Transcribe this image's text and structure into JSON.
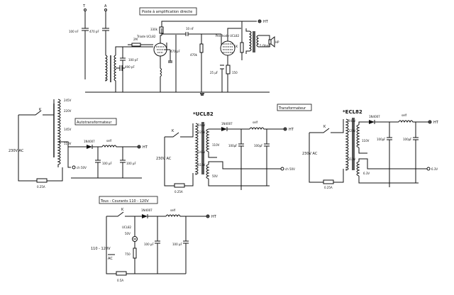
{
  "titles": {
    "direct": "Poste à amplification directe",
    "auto": "Autotransformateur",
    "transfo": "Transformateur",
    "tous": "Tous - Courants 110 - 120V"
  },
  "top": {
    "T": "T",
    "A": "A",
    "c100nf": "100 nF",
    "c470pf": "470 pF",
    "c100pf": "100 pF",
    "c490pf": "490 pF",
    "r2m": "2M",
    "r330k": "330k",
    "triode": "Triode UCL82",
    "c470pf2": "470 pF",
    "c10nf": "10 nF",
    "r470k": "470k",
    "penthode": "Penthode UCL82",
    "r5k": "5K",
    "ohms": "5 Ohms",
    "hp": "HP",
    "c25uf": "25 µF",
    "r150": "150",
    "ht": "HT"
  },
  "auto": {
    "k": "K",
    "v245": "245V",
    "v220": "220V",
    "v145": "145V",
    "v110": "110V",
    "mains": "230V AC",
    "fuse": "0.25A",
    "diode": "1N4007",
    "self": "self",
    "ch": "ch 50V",
    "c1": "100 µF",
    "c2": "100 µF",
    "ht": "HT"
  },
  "transfo": {
    "tube": "*UCL82",
    "k": "K",
    "v245": "245V",
    "v220": "220V",
    "v145": "145V",
    "v110a": "110V",
    "v110b": "110V",
    "v50": "50V",
    "mains": "230V AC",
    "fuse": "0.25A",
    "diode": "1N4007",
    "self": "self",
    "c1": "100µF",
    "c2": "100µF",
    "ht": "HT",
    "ch": "ch 50V"
  },
  "ecl": {
    "tube": "*ECL82",
    "k": "K",
    "v245": "245V",
    "v220": "220V",
    "v110a": "110V",
    "v110b": "110V",
    "v63": "6.3V",
    "mains": "230V AC",
    "fuse": "0.25A",
    "diode": "1N4007",
    "self": "self",
    "c1": "100µF",
    "c2": "100µF",
    "ht": "HT",
    "out63": "6.3V"
  },
  "tous": {
    "k": "K",
    "diode": "1N4007",
    "self": "self",
    "ht": "HT",
    "tube": "UCL82",
    "v50": "50V",
    "r750": "750",
    "c1": "100 µF",
    "c2": "100 µF",
    "mains": "110 - 120V",
    "ac": "AC",
    "fuse": "0.5A"
  }
}
